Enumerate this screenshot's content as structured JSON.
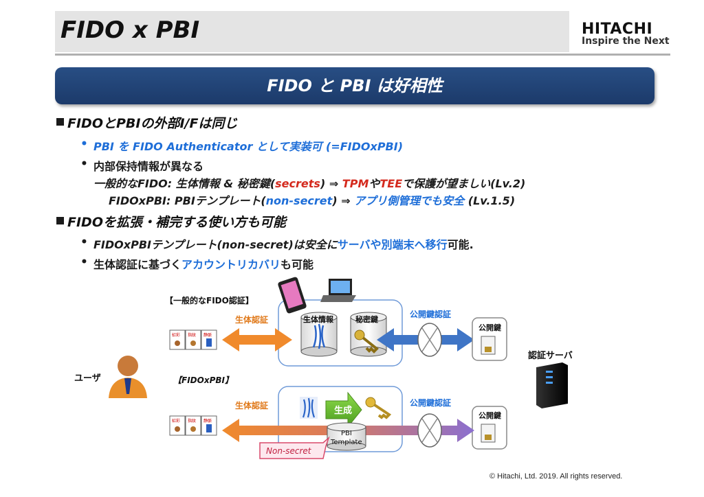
{
  "header": {
    "title": "FIDO x PBI",
    "logo_main": "HITACHI",
    "logo_sub": "Inspire the Next"
  },
  "banner": {
    "text": "FIDO と PBI は好相性"
  },
  "section1": {
    "heading": "FIDOとPBIの外部I/Fは同じ",
    "bullet1": "PBI を FIDO Authenticator として実装可 (=FIDOxPBI)",
    "bullet2": "内部保持情報が異なる",
    "line3_a": "一般的なFIDO: 生体情報 & 秘密鍵(",
    "line3_b": "secrets",
    "line3_c": ") ⇒ ",
    "line3_d": "TPM",
    "line3_e": "や",
    "line3_f": "TEE",
    "line3_g": "で保護が望ましい(Lv.2)",
    "line4_a": "FIDOxPBI:   PBIテンプレート(",
    "line4_b": "non-secret",
    "line4_c": ") ⇒ ",
    "line4_d": "アプリ側管理でも安全",
    "line4_e": " (Lv.1.5)"
  },
  "section2": {
    "heading": "FIDOを拡張・補完する使い方も可能",
    "b1_a": "FIDOxPBIテンプレート(non-secret)は安全に",
    "b1_b": "サーバや別端末へ移行",
    "b1_c": "可能.",
    "b2_a": "生体認証に基づく",
    "b2_b": "アカウントリカバリ",
    "b2_c": "も可能"
  },
  "diagram": {
    "label_general": "【一般的なFIDO認証】",
    "label_pbi": "【FIDOxPBI】",
    "user": "ユーザ",
    "bio_auth_top": "生体認証",
    "bio_auth_bottom": "生体認証",
    "pubkey_auth_top": "公開鍵認証",
    "pubkey_auth_bottom": "公開鍵認証",
    "bio_info": "生体情報",
    "secret_key": "秘密鍵",
    "public_key_top": "公開鍵",
    "public_key_bottom": "公開鍵",
    "auth_server": "認証サーバ",
    "generate": "生成",
    "pbi_template_1": "PBI",
    "pbi_template_2": "Template",
    "non_secret": "Non-secret",
    "modalities": [
      "虹彩",
      "指紋",
      "静脈"
    ]
  },
  "footer": {
    "copyright": "© Hitachi, Ltd. 2019. All rights reserved."
  },
  "colors": {
    "banner": "#1f4279",
    "blue_text": "#1e6ed8",
    "red_text": "#d42a1e",
    "orange_arrow": "#f08a2c",
    "blue_arrow": "#3f75c6",
    "purple_arrow": "#9b72c8"
  }
}
